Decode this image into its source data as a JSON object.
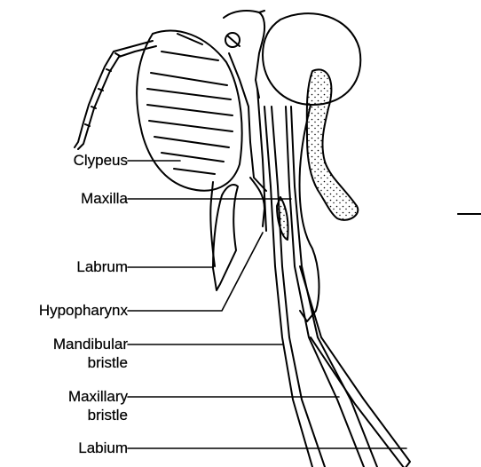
{
  "diagram": {
    "labels": {
      "clypeus": "Clypeus",
      "maxilla": "Maxilla",
      "labrum": "Labrum",
      "hypopharynx": "Hypopharynx",
      "mandibular_bristle_line1": "Mandibular",
      "mandibular_bristle_line2": "bristle",
      "maxillary_bristle_line1": "Maxillary",
      "maxillary_bristle_line2": "bristle",
      "labium": "Labium"
    },
    "colors": {
      "ink": "#000000",
      "background": "#ffffff"
    }
  }
}
